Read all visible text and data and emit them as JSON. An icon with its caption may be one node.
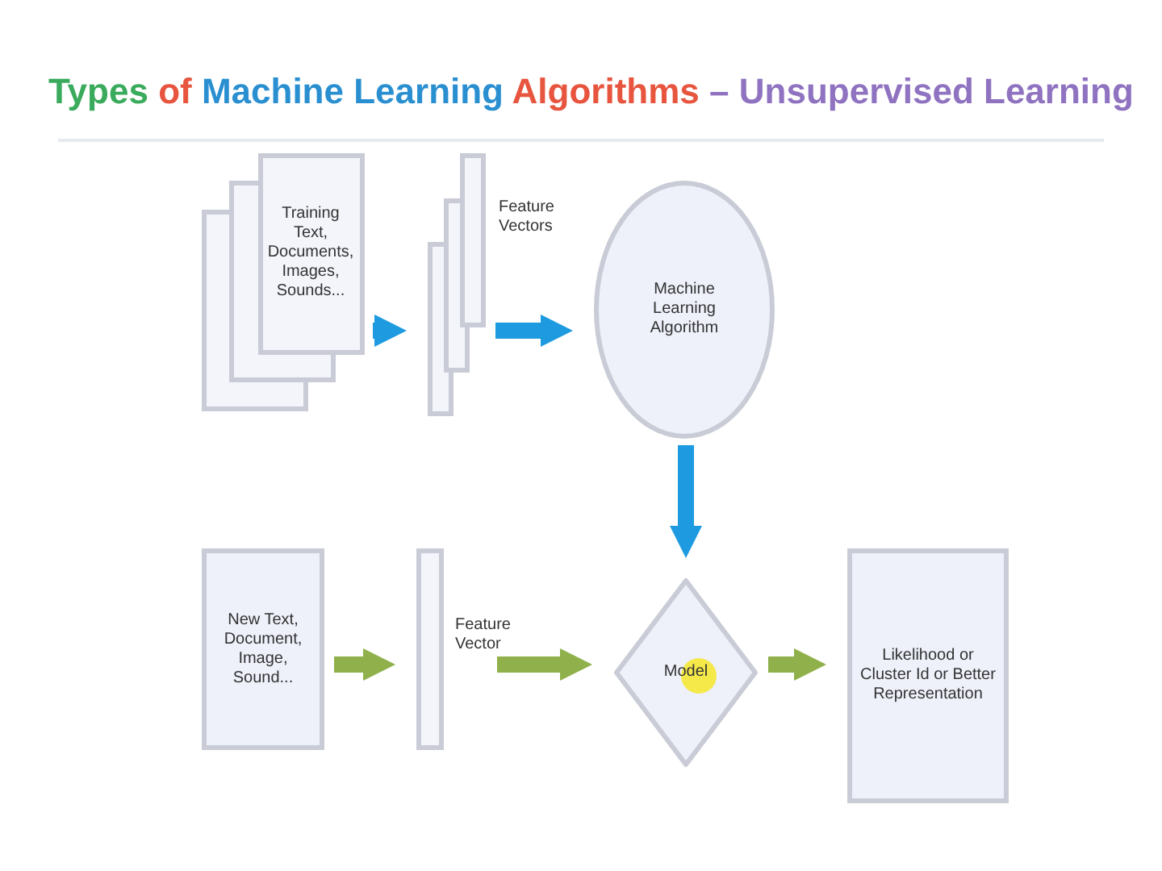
{
  "diagram": {
    "title": "Types of Machine Learning Algorithms – Unsupervised Learning",
    "nodes": [
      {
        "text": [
          "Training Text, Documents, Images, Sounds..."
        ]
      },
      {
        "text": [],
        "shape": "bar",
        "beside": [
          "Feature Vectors"
        ]
      },
      {
        "text": [
          "Machine Learning Algorithm"
        ]
      },
      {
        "text": [
          "New Text, Document, Image, Sound..."
        ]
      },
      {
        "text": [],
        "shape": "bar",
        "beside": [
          "Feature Vector"
        ]
      },
      {
        "text": [
          "Model"
        ]
      },
      {
        "text": [
          "Likelihood or Cluster Id or Better Representation"
        ]
      }
    ],
    "edges": [
      {
        "from": 0,
        "to": 1,
        "arrow": "to",
        "color": "#1e9be0"
      },
      {
        "from": 1,
        "to": 2,
        "arrow": "to",
        "color": "#1e9be0"
      },
      {
        "from": 2,
        "to": 5,
        "arrow": "to",
        "color": "#1e9be0"
      },
      {
        "from": 3,
        "to": 4,
        "arrow": "to",
        "color": "#8fb04a"
      },
      {
        "from": 4,
        "to": 5,
        "arrow": "to",
        "color": "#8fb04a"
      },
      {
        "from": 5,
        "to": 6,
        "arrow": "to",
        "color": "#8fb04a"
      }
    ]
  }
}
